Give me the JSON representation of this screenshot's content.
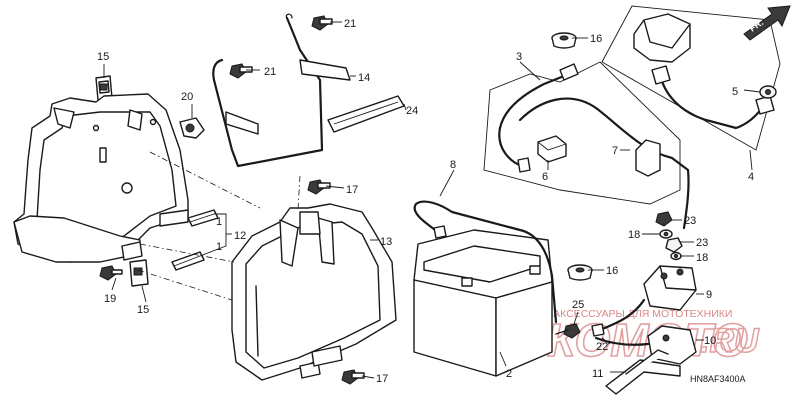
{
  "callouts": {
    "c1a": "1",
    "c1b": "1",
    "c2": "2",
    "c3": "3",
    "c4": "4",
    "c5": "5",
    "c6": "6",
    "c7": "7",
    "c8": "8",
    "c9": "9",
    "c10": "10",
    "c11": "11",
    "c12": "12",
    "c13": "13",
    "c14": "14",
    "c15a": "15",
    "c15b": "15",
    "c16a": "16",
    "c16b": "16",
    "c17a": "17",
    "c17b": "17",
    "c18a": "18",
    "c18b": "18",
    "c19": "19",
    "c20": "20",
    "c21a": "21",
    "c21b": "21",
    "c22": "22",
    "c23a": "23",
    "c23b": "23",
    "c24": "24",
    "c25": "25"
  },
  "direction_label": "FR.",
  "diagram_code": "HN8AF3400A",
  "watermark": {
    "text": "ЗАПЧАСТИ И АКСЕССУАРЫ ДЛЯ МОТОТЕХНИКИ",
    "logo": "РНКОМОТО",
    "domain": ".RU"
  },
  "colors": {
    "line": "#1a1a1a",
    "watermark": "#e2a0a0",
    "background": "#ffffff"
  }
}
